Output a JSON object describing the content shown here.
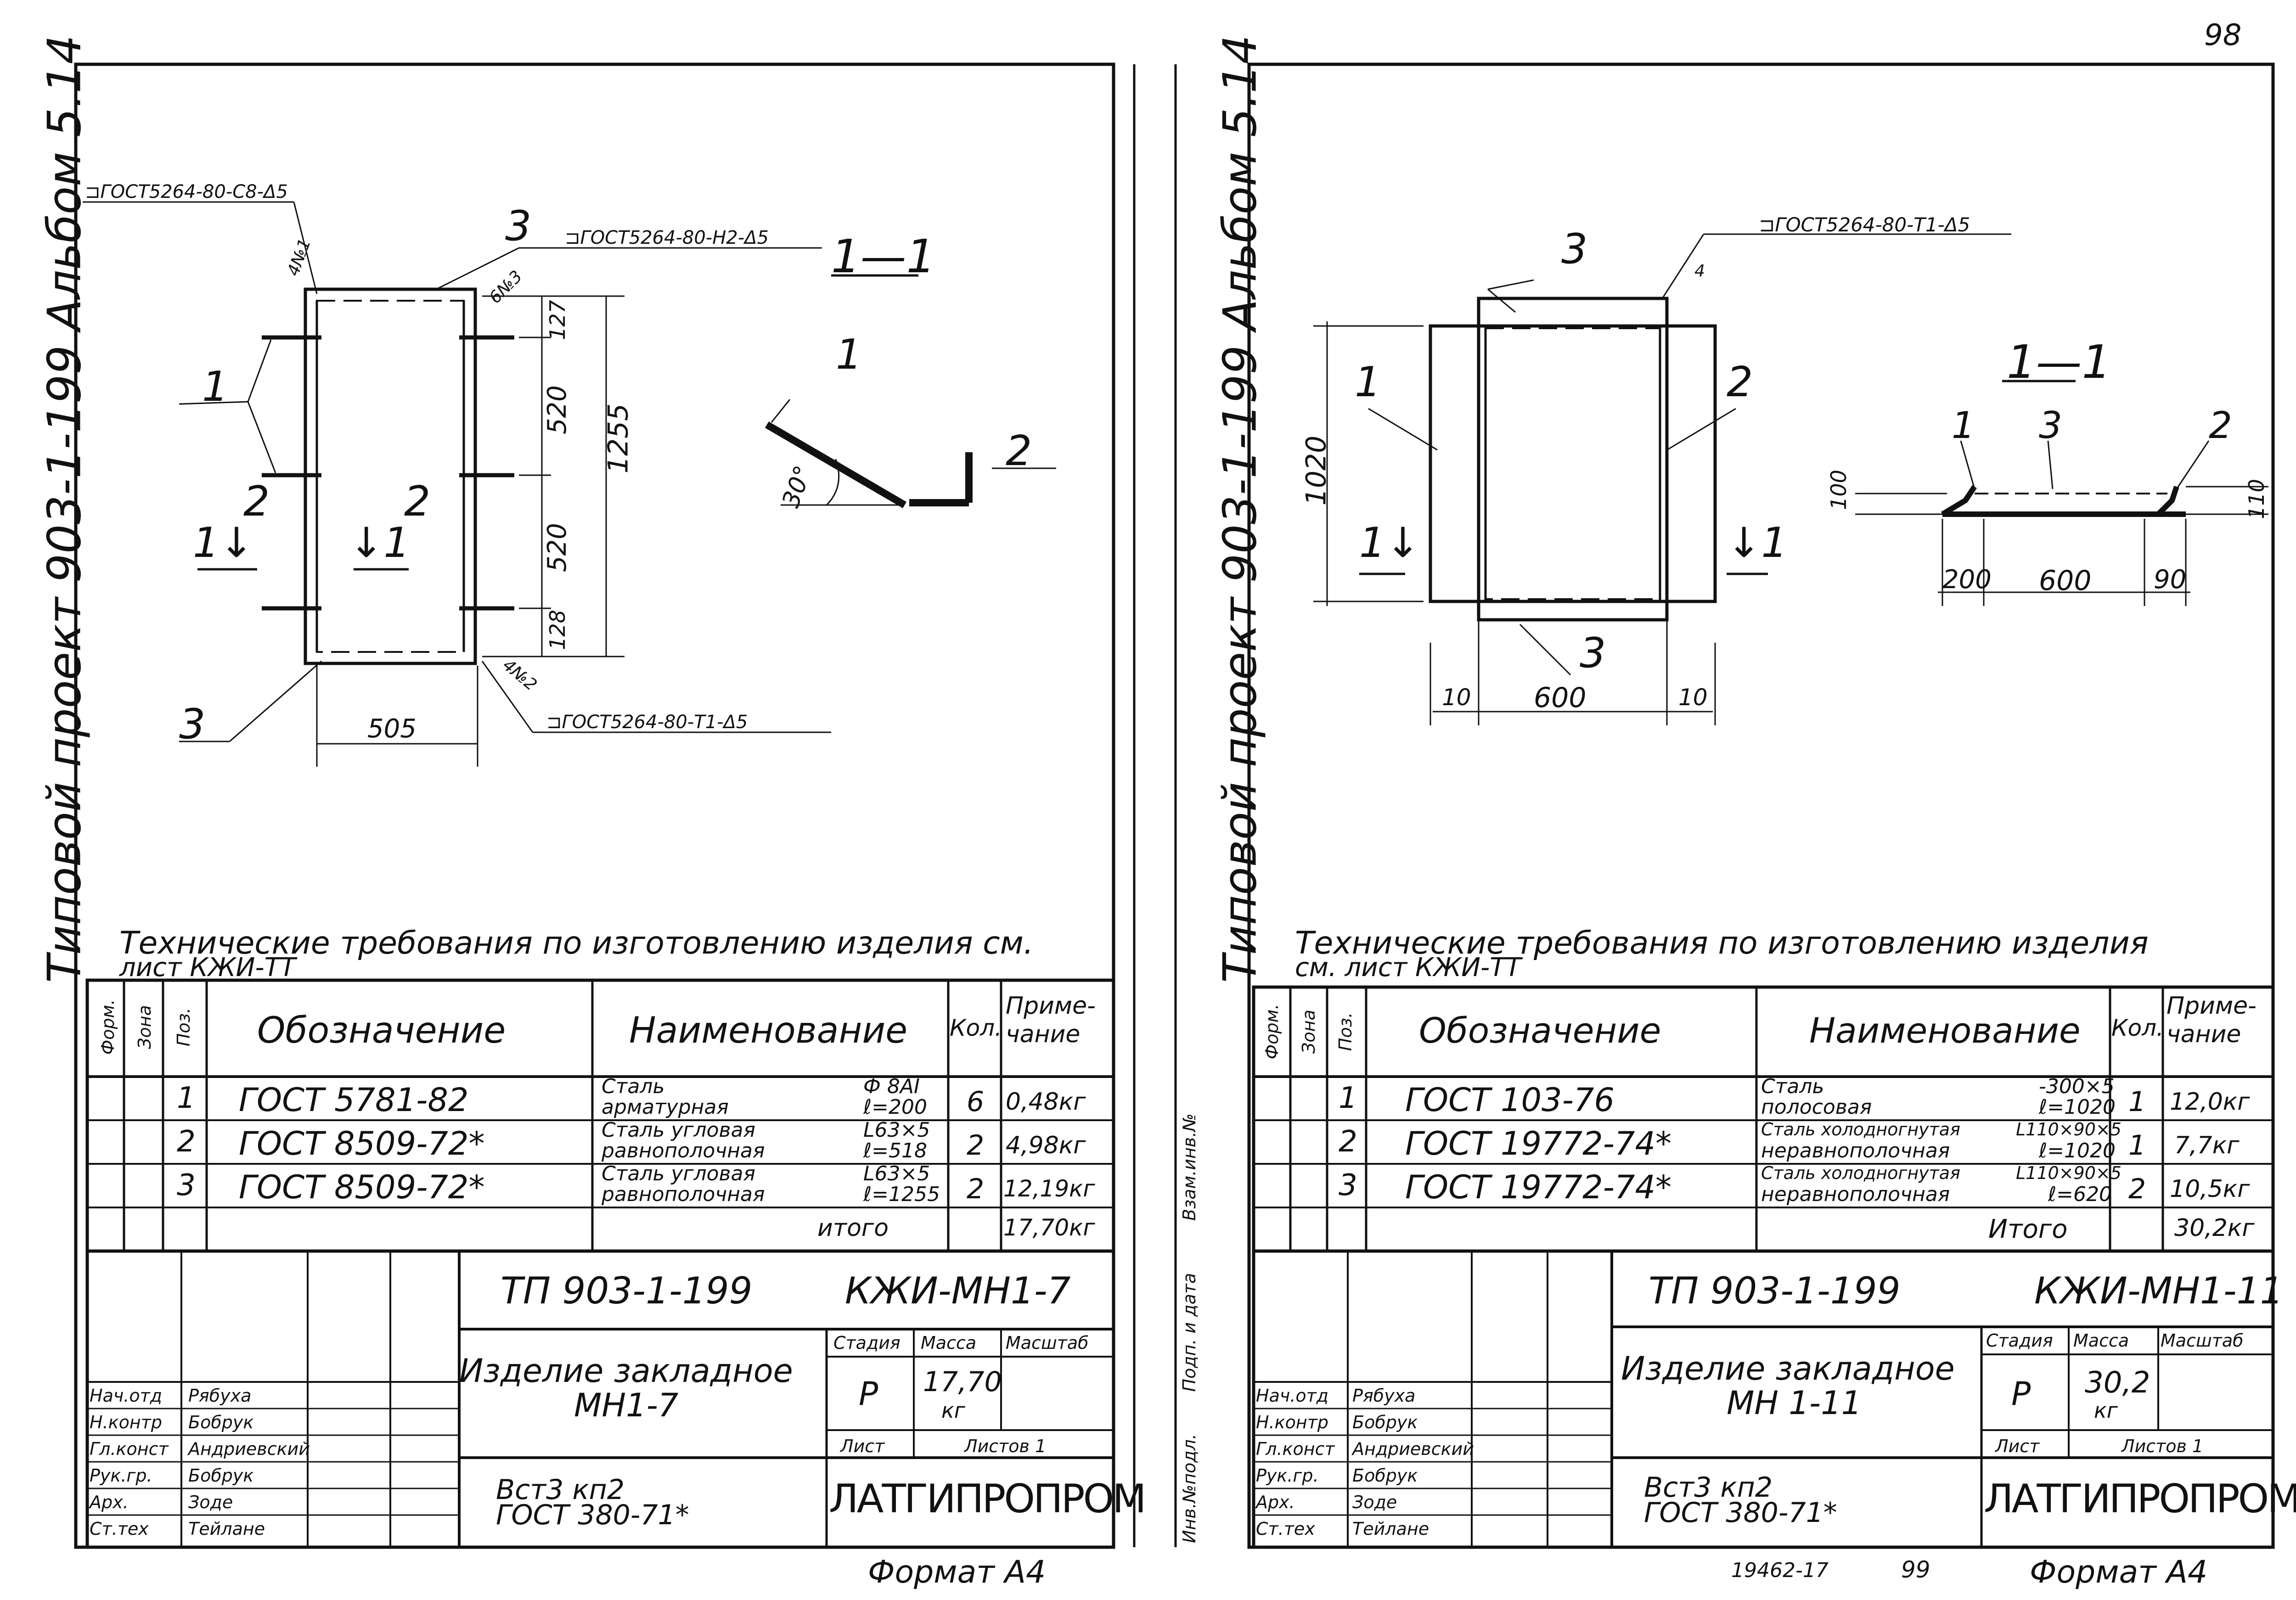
{
  "page_number": "98",
  "bottom_codes": {
    "archive": "19462-17",
    "page": "99"
  },
  "sheets": [
    {
      "id": "left",
      "side_title": "Типовой проект 903-1-199 Альбом 5.14",
      "section": "1—1",
      "dims": {
        "total": "1255",
        "top": "127",
        "mid1": "520",
        "mid2": "520",
        "bottom": "128",
        "width": "505",
        "angle": "30°"
      },
      "weld_notes": [
        "⊐ГОСТ5264-80-С8-Δ5",
        "⊐ГОСТ5264-80-Н2-Δ5",
        "⊐ГОСТ5264-80-Т1-Δ5"
      ],
      "weld_marks": [
        "4№1",
        "6№3",
        "4№2"
      ],
      "tech_req": [
        "Технические требования по изготовлению изделия см.",
        "лист КЖИ-ТТ"
      ],
      "headers": {
        "form": "Форм.",
        "zone": "Зона",
        "pos": "Поз.",
        "designation": "Обозначение",
        "name": "Наименование",
        "qty": "Кол.",
        "note": "Приме-чание"
      },
      "rows": [
        {
          "pos": "1",
          "designation": "ГОСТ 5781-82",
          "name1": "Сталь",
          "name2": "арматурная",
          "spec1": "Ф 8АI",
          "spec2": "ℓ=200",
          "qty": "6",
          "note": "0,48кг"
        },
        {
          "pos": "2",
          "designation": "ГОСТ 8509-72*",
          "name1": "Сталь угловая",
          "name2": "равнополочная",
          "spec1": "L63×5",
          "spec2": "ℓ=518",
          "qty": "2",
          "note": "4,98кг"
        },
        {
          "pos": "3",
          "designation": "ГОСТ 8509-72*",
          "name1": "Сталь угловая",
          "name2": "равнополочная",
          "spec1": "L63×5",
          "spec2": "ℓ=1255",
          "qty": "2",
          "note": "12,19кг"
        }
      ],
      "total_label": "итого",
      "total_value": "17,70кг",
      "title_block": {
        "project": "ТП 903-1-199",
        "code": "КЖИ-МН1-7",
        "item": [
          "Изделие закладное",
          "МН1-7"
        ],
        "stage_h": "Стадия",
        "mass_h": "Масса",
        "scale_h": "Масштаб",
        "stage": "Р",
        "mass": "17,70",
        "mass_unit": "кг",
        "sheet": "Лист",
        "sheets": "Листов 1",
        "material": [
          "Вст3 кп2",
          "ГОСТ 380-71*"
        ],
        "org": "ЛАТГИПРОПРОМ",
        "people": [
          [
            "Нач.отд",
            "Рябуха"
          ],
          [
            "Н.контр",
            "Бобрук"
          ],
          [
            "Гл.конст",
            "Андриевский"
          ],
          [
            "Рук.гр.",
            "Бобрук"
          ],
          [
            "Арх.",
            "Зоде"
          ],
          [
            "Ст.тех",
            "Тейлане"
          ]
        ]
      },
      "format": "Формат А4"
    },
    {
      "id": "right",
      "side_title": "Типовой проект 903-1-199 Альбом 5.14",
      "section": "1—1",
      "dims": {
        "height": "1020",
        "width": "600",
        "side_l": "10",
        "side_r": "10",
        "sec_l": "200",
        "sec_m": "600",
        "sec_r": "90",
        "h_l": "100",
        "h_r": "110"
      },
      "weld_notes": [
        "⊐ГОСТ5264-80-Т1-Δ5"
      ],
      "weld_marks": [
        "4"
      ],
      "tech_req": [
        "Технические требования по изготовлению изделия",
        "см. лист КЖИ-ТТ"
      ],
      "stamp_side": [
        "Инв.№подл.",
        "Подп. и дата",
        "Взам.инв.№"
      ],
      "headers": {
        "form": "Форм.",
        "zone": "Зона",
        "pos": "Поз.",
        "designation": "Обозначение",
        "name": "Наименование",
        "qty": "Кол.",
        "note": "Приме-чание"
      },
      "rows": [
        {
          "pos": "1",
          "designation": "ГОСТ 103-76",
          "name1": "Сталь",
          "name2": "полосовая",
          "spec1": "-300×5",
          "spec2": "ℓ=1020",
          "qty": "1",
          "note": "12,0кг"
        },
        {
          "pos": "2",
          "designation": "ГОСТ 19772-74*",
          "name1": "Сталь холодногнутая",
          "name2": "неравнополочная",
          "spec1": "L110×90×5",
          "spec2": "ℓ=1020",
          "qty": "1",
          "note": "7,7кг"
        },
        {
          "pos": "3",
          "designation": "ГОСТ 19772-74*",
          "name1": "Сталь холодногнутая",
          "name2": "неравнополочная",
          "spec1": "L110×90×5",
          "spec2": "ℓ=620",
          "qty": "2",
          "note": "10,5кг"
        }
      ],
      "total_label": "Итого",
      "total_value": "30,2кг",
      "title_block": {
        "project": "ТП 903-1-199",
        "code": "КЖИ-МН1-11",
        "item": [
          "Изделие закладное",
          "МН 1-11"
        ],
        "stage_h": "Стадия",
        "mass_h": "Масса",
        "scale_h": "Масштаб",
        "stage": "Р",
        "mass": "30,2",
        "mass_unit": "кг",
        "sheet": "Лист",
        "sheets": "Листов 1",
        "material": [
          "Вст3 кп2",
          "ГОСТ 380-71*"
        ],
        "org": "ЛАТГИПРОПРОМ",
        "people": [
          [
            "Нач.отд",
            "Рябуха"
          ],
          [
            "Н.контр",
            "Бобрук"
          ],
          [
            "Гл.конст",
            "Андриевский"
          ],
          [
            "Рук.гр.",
            "Бобрук"
          ],
          [
            "Арх.",
            "Зоде"
          ],
          [
            "Ст.тех",
            "Тейлане"
          ]
        ]
      },
      "format": "Формат А4"
    }
  ]
}
